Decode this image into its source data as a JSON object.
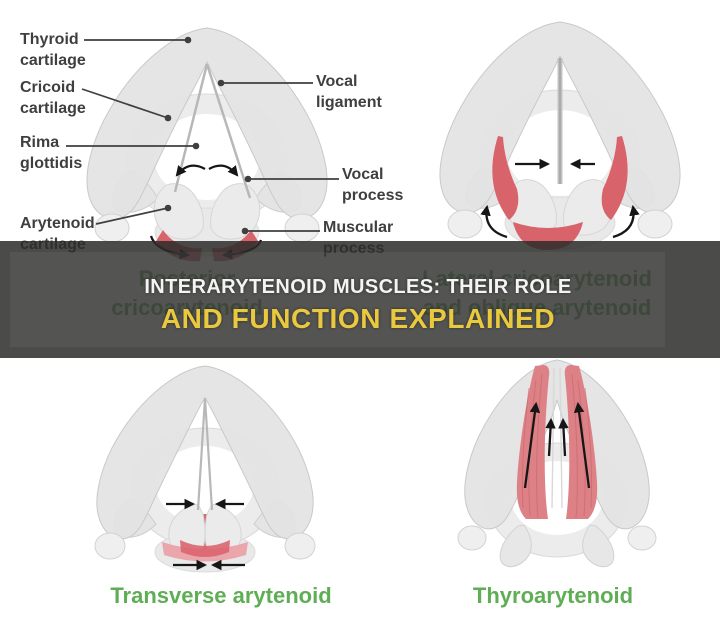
{
  "banner": {
    "line1": "INTERARYTENOID MUSCLES: THEIR ROLE",
    "line2": "AND FUNCTION EXPLAINED"
  },
  "panels": [
    {
      "name": "Posterior cricoarytenoid",
      "caption_line1": "Posterior",
      "caption_line2": "cricoarytenoid"
    },
    {
      "name": "Lateral cricoarytenoid and oblique arytenoid",
      "caption_line1": "Lateral cricoarytenoid",
      "caption_line2": "and oblique arytenoid"
    },
    {
      "name": "Transverse arytenoid",
      "caption": "Transverse arytenoid"
    },
    {
      "name": "Thyroarytenoid",
      "caption": "Thyroarytenoid"
    }
  ],
  "annotations": [
    {
      "text": "Thyroid cartilage"
    },
    {
      "text": "Cricoid cartilage"
    },
    {
      "text": "Rima glottidis"
    },
    {
      "text": "Arytenoid cartilage"
    },
    {
      "text": "Vocal ligament"
    },
    {
      "text": "Vocal process"
    },
    {
      "text": "Muscular process"
    }
  ],
  "colors": {
    "caption_green": "#5fae55",
    "muscle_red": "#d8636b",
    "muscle_red_light": "#dd8186",
    "muscle_pink": "#eaa6ab",
    "banner_bg": "#2c2c2a",
    "banner_white": "#f4f4f2",
    "banner_yellow": "#eac93e",
    "label_text": "#3f3f3f",
    "cartilage_gray": "#e3e3e3",
    "arrow_black": "#161616"
  }
}
